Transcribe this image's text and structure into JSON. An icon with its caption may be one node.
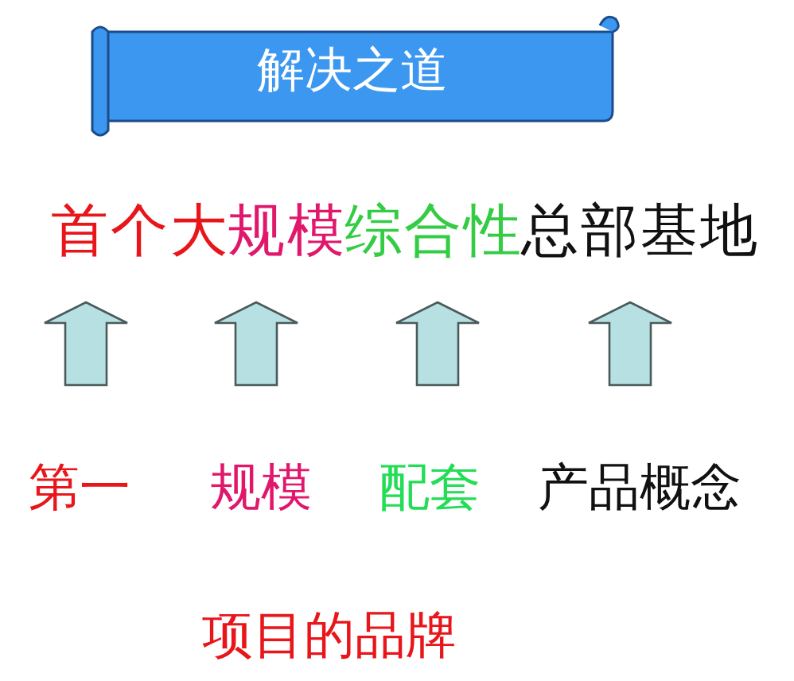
{
  "diagram": {
    "nodes": [
      {
        "text": [
          "解决之道"
        ]
      },
      {
        "text": [
          "首个大",
          "规模",
          "综合性",
          "总部基地"
        ]
      },
      {
        "text": [
          "第一"
        ]
      },
      {
        "text": [
          "规模"
        ]
      },
      {
        "text": [
          "配套"
        ]
      },
      {
        "text": [
          "产品概念"
        ]
      }
    ],
    "edges": [
      {
        "from": 2,
        "to": 1,
        "arrow": "to"
      },
      {
        "from": 3,
        "to": 1,
        "arrow": "to"
      },
      {
        "from": 4,
        "to": 1,
        "arrow": "to"
      },
      {
        "from": 5,
        "to": 1,
        "arrow": "to"
      }
    ],
    "labels": [
      "项目的品牌"
    ]
  }
}
